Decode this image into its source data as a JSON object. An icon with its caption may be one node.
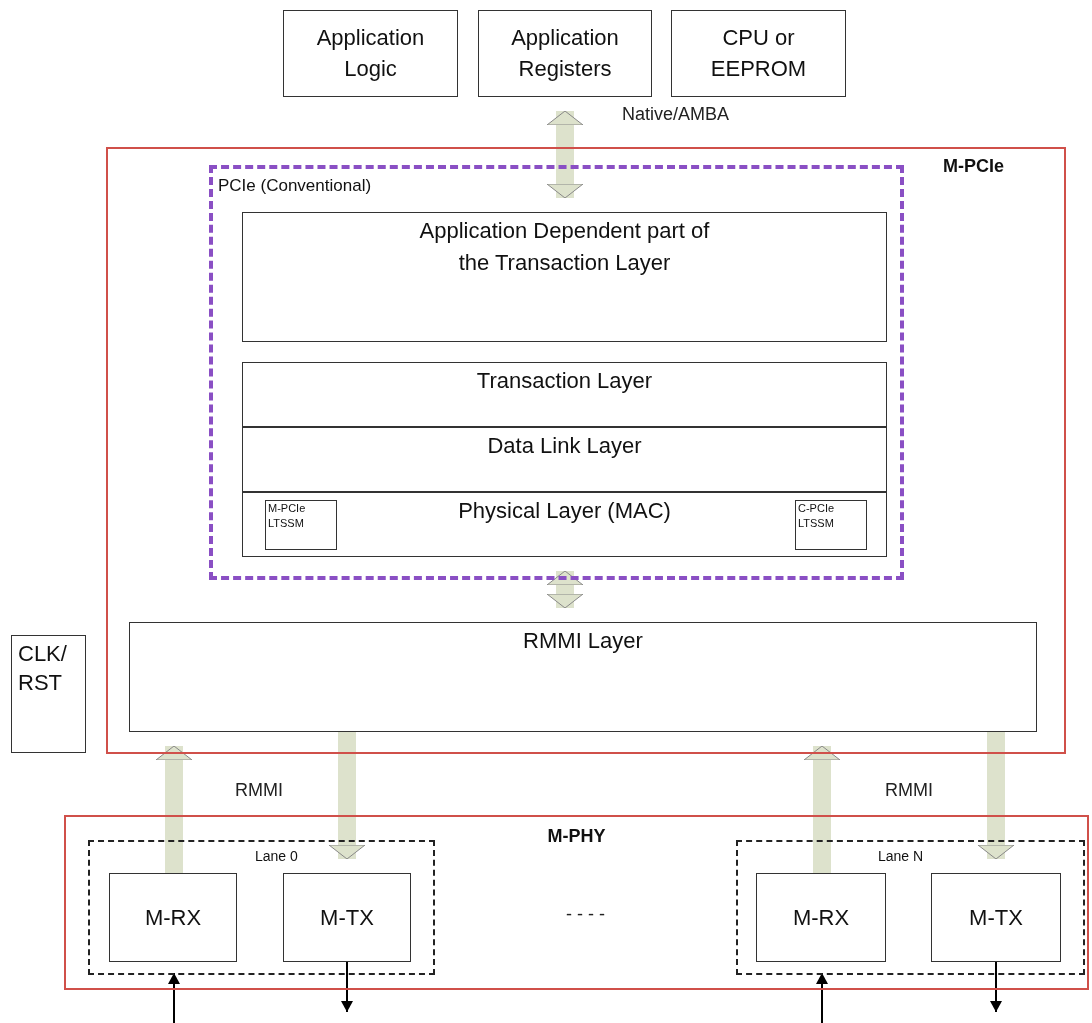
{
  "diagram": {
    "nodes": [
      {
        "text": [
          "Application Logic"
        ]
      },
      {
        "text": [
          "Application Registers"
        ]
      },
      {
        "text": [
          "CPU or EEPROM"
        ]
      },
      {
        "text": [
          "M-PCIe"
        ]
      },
      {
        "text": [
          "PCIe (Conventional)"
        ],
        "in": 3
      },
      {
        "text": [
          "Application Dependent part of the Transaction Layer"
        ],
        "in": 4
      },
      {
        "text": [
          "Transaction Layer"
        ],
        "in": 4
      },
      {
        "text": [
          "Data Link Layer"
        ],
        "in": 4
      },
      {
        "text": [
          "Physical Layer (MAC)"
        ],
        "in": 4
      },
      {
        "text": [
          "M-PCIe",
          "LTSSM"
        ],
        "in": 8
      },
      {
        "text": [
          "C-PCIe",
          "LTSSM"
        ],
        "in": 8
      },
      {
        "text": [
          "RMMI Layer"
        ],
        "in": 3
      },
      {
        "text": [
          "CLK/ RST"
        ]
      },
      {
        "text": [
          "M-PHY"
        ]
      },
      {
        "text": [
          "Lane 0"
        ],
        "in": 13
      },
      {
        "text": [
          "M-RX"
        ],
        "in": 14
      },
      {
        "text": [
          "M-TX"
        ],
        "in": 14
      },
      {
        "text": [
          "Lane N"
        ],
        "in": 13
      },
      {
        "text": [
          "M-RX"
        ],
        "in": 17
      },
      {
        "text": [
          "M-TX"
        ],
        "in": 17
      }
    ],
    "edges": [
      {
        "from": 1,
        "to": 5,
        "arrow": "both",
        "label": "Native/AMBA"
      },
      {
        "from": 8,
        "to": 11,
        "arrow": "both"
      },
      {
        "from": 15,
        "to": 11,
        "arrow": "to"
      },
      {
        "from": 11,
        "to": 16,
        "arrow": "to"
      },
      {
        "from": 18,
        "to": 11,
        "arrow": "to"
      },
      {
        "from": 11,
        "to": 19,
        "arrow": "to"
      },
      {
        "from": null,
        "to": 15,
        "arrow": "to",
        "color": "#000000"
      },
      {
        "from": 16,
        "to": null,
        "arrow": "to",
        "color": "#000000"
      },
      {
        "from": null,
        "to": 18,
        "arrow": "to",
        "color": "#000000"
      },
      {
        "from": 19,
        "to": null,
        "arrow": "to",
        "color": "#000000"
      }
    ],
    "labels": [
      "RMMI",
      "RMMI",
      "- - - -"
    ]
  }
}
